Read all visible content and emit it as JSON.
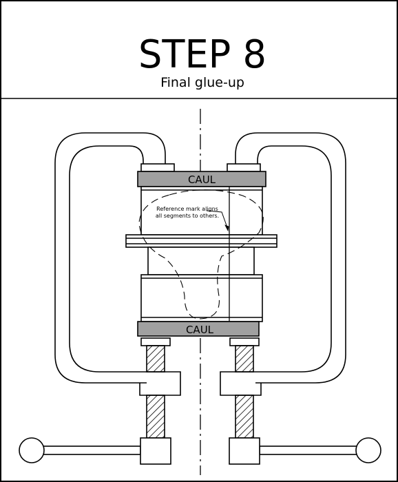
{
  "header": {
    "title": "STEP 8",
    "subtitle": "Final glue-up"
  },
  "diagram": {
    "top_caul_label": "CAUL",
    "bottom_caul_label": "CAUL",
    "annotation_line1": "Reference mark aligns",
    "annotation_line2": "all segments to others.",
    "colors": {
      "caul_fill": "#a0a0a0",
      "line": "#000000",
      "background": "#ffffff"
    }
  }
}
